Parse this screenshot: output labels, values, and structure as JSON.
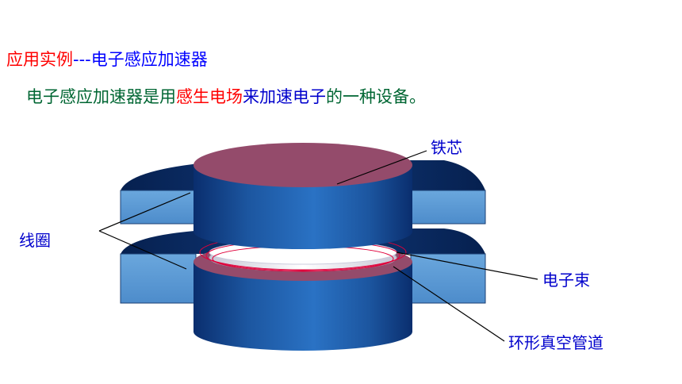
{
  "heading": {
    "part1": "应用实例",
    "part2": "---电子感应加速器",
    "part1_color": "#ff0000",
    "part2_color": "#0000ff"
  },
  "sentence": {
    "seg1": "电子感应加速器是用",
    "seg2": "感生电场",
    "seg3": "来加速",
    "seg4": "电子",
    "seg5": "的一种设备。",
    "seg1_color": "#006633",
    "seg2_color": "#ff0000",
    "seg3_color": "#0000cc",
    "seg4_color": "#0000cc",
    "seg5_color": "#006633"
  },
  "labels": {
    "core": "铁芯",
    "coil": "线圈",
    "beam": "电子束",
    "tube": "环形真空管道",
    "color": "#0000cc"
  },
  "colors": {
    "core_top": "#944b6b",
    "cylinder_dark": "#0a2e6e",
    "cylinder_mid": "#2369b8",
    "coil_flat": "#5b9bd5",
    "beam_red": "#e0003a"
  }
}
